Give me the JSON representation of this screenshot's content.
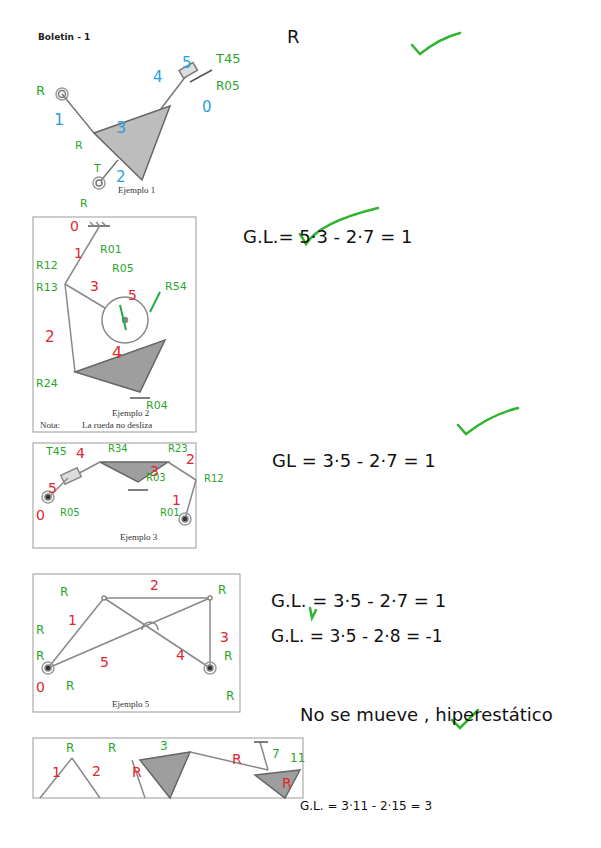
{
  "diagram": {
    "title": "Boletin - 1",
    "labels": [
      "R",
      "1",
      "3",
      "R",
      "T",
      "2",
      "R",
      "4",
      "5",
      "T45",
      "R05",
      "0",
      "Ejemplo 1",
      "0",
      "R01",
      "1",
      "R12",
      "R13",
      "R05",
      "3",
      "5",
      "R54",
      "2",
      "4",
      "R24",
      "R04",
      "Ejemplo 2",
      "Nota:",
      "La rueda no desliza",
      "T45",
      "4",
      "R34",
      "3",
      "R23",
      "2",
      "R12",
      "5",
      "R03",
      "0",
      "R05",
      "R01",
      "1",
      "Ejemplo 3",
      "R",
      "2",
      "R",
      "1",
      "3",
      "R",
      "4",
      "5",
      "R",
      "0",
      "R",
      "R",
      "R",
      "Ejemplo 5",
      "R",
      "1",
      "2",
      "R",
      "R",
      "3",
      "R",
      "7",
      "R",
      "11",
      "R",
      "G.L.= 5·3 - 2·7 = 1",
      "GL = 3·5 - 2·7 = 1",
      "G.L. = 3·5 - 2·7 = 1",
      "G.L. = 3·5 - 2·8 = -1",
      "No se mueve , hiperestático",
      "G.L. = 3·11 - 2·15 = 3"
    ]
  }
}
